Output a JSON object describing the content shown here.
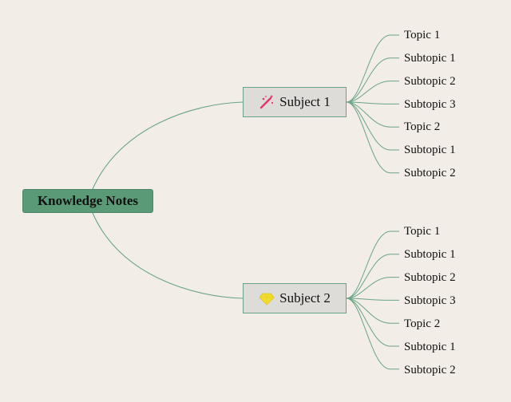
{
  "root": {
    "label": "Knowledge Notes"
  },
  "subjects": [
    {
      "label": "Subject 1",
      "icon": "magic-wand-icon",
      "items": [
        "Topic 1",
        "Subtopic 1",
        "Subtopic 2",
        "Subtopic 3",
        "Topic 2",
        "Subtopic 1",
        "Subtopic 2"
      ]
    },
    {
      "label": "Subject 2",
      "icon": "gem-icon",
      "items": [
        "Topic 1",
        "Subtopic 1",
        "Subtopic 2",
        "Subtopic 3",
        "Topic 2",
        "Subtopic 1",
        "Subtopic 2"
      ]
    }
  ],
  "colors": {
    "background": "#f2ede6",
    "root_fill": "#5a9a76",
    "subject_fill": "#dddcd8",
    "connector": "#6aa487",
    "wand_icon": "#e8336f",
    "gem_icon": "#f2dc2c"
  }
}
